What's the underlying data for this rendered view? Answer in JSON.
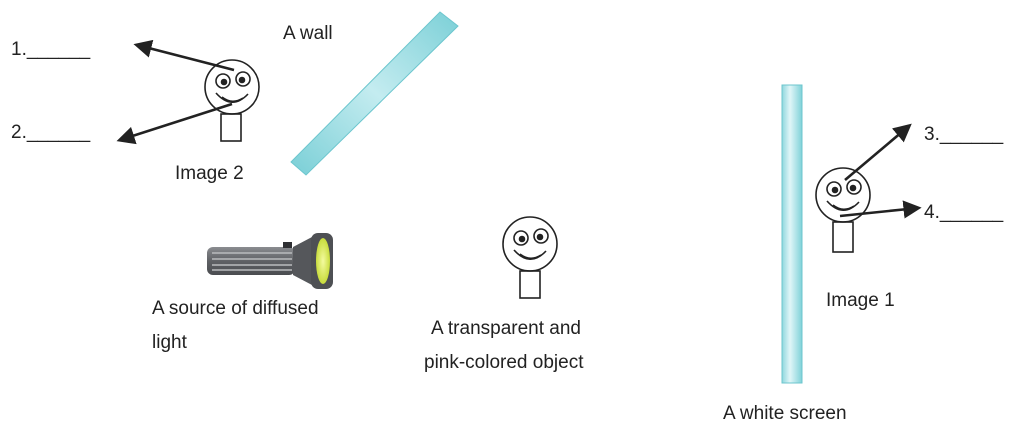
{
  "labels": {
    "wall": "A wall",
    "image2": "Image 2",
    "image1": "Image 1",
    "light_line1": "A source of diffused",
    "light_line2": "light",
    "object_line1": "A transparent and",
    "object_line2": "pink-colored object",
    "screen": "A white screen"
  },
  "blanks": [
    "1.______",
    "2.______",
    "3.______",
    "4.______"
  ],
  "colors": {
    "glass": "#7fd1d8",
    "glass_light": "#ddf4f6",
    "flashlight_body": "#6a6c70",
    "flashlight_lens": "#dfee6a",
    "ink": "#222222"
  }
}
